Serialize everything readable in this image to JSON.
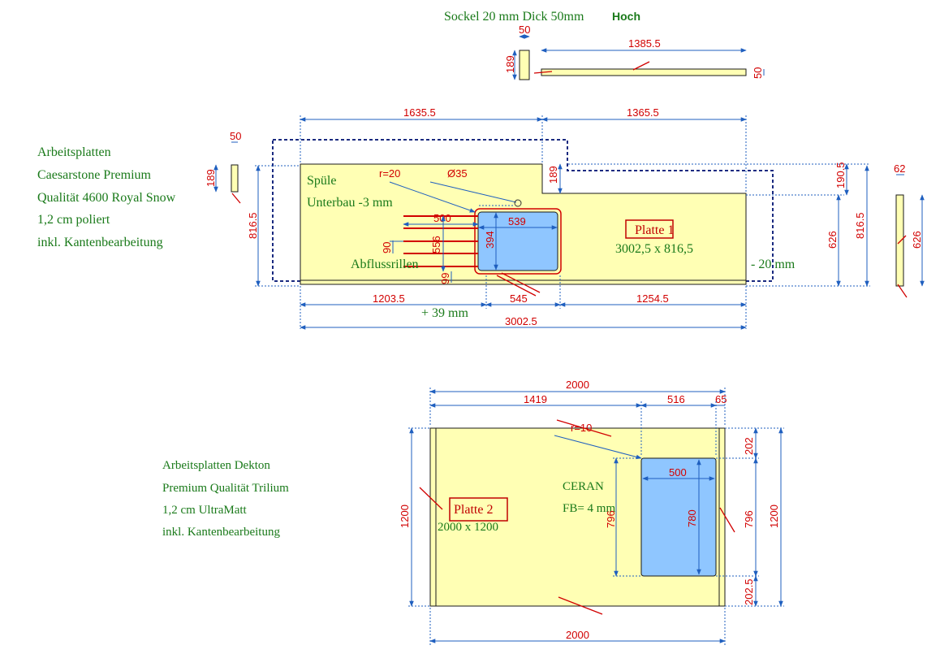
{
  "sockel": {
    "title": "Sockel 20 mm Dick 50mm",
    "title_bold": "Hoch",
    "dim_width": "50",
    "dim_height": "189",
    "dim_length": "1385.5",
    "dim_end": "50"
  },
  "plate1": {
    "notes": [
      "Arbeitsplatten",
      "Caesarstone Premium",
      "Qualität 4600 Royal Snow",
      "1,2 cm poliert",
      "inkl. Kantenbearbeitung"
    ],
    "label": "Platte 1",
    "size": "3002,5 x 816,5",
    "spuele": "Spüle",
    "unterbau": "Unterbau -3 mm",
    "abfluss": "Abflussrillen",
    "minus20": "- 20 mm",
    "plus39": "+ 39 mm",
    "radius": "r=20",
    "diameter": "Ø35",
    "dims": {
      "top_left": "1635.5",
      "top_right": "1365.5",
      "bottom_left": "1203.5",
      "bottom_mid": "545",
      "bottom_right": "1254.5",
      "total": "3002.5",
      "left_height": "816.5",
      "right_height": "816.5",
      "step": "189",
      "step_right": "190.5",
      "right_626": "626",
      "sink_w": "539",
      "sink_h": "394",
      "rill_500": "500",
      "rill_556": "556",
      "rill_90": "90",
      "rill_99": "99",
      "side_left_w": "50",
      "side_left_h": "189",
      "side_right_w": "62",
      "side_right_h": "626"
    }
  },
  "plate2": {
    "notes": [
      "Arbeitsplatten Dekton",
      "Premium Qualität Trilium",
      "1,2 cm UltraMatt",
      "inkl. Kantenbearbeitung"
    ],
    "label": "Platte 2",
    "size": "2000 x 1200",
    "ceran": "CERAN",
    "fb": "FB= 4 mm",
    "radius": "r=10",
    "dims": {
      "top_total": "2000",
      "top_1419": "1419",
      "top_516": "516",
      "top_65": "65",
      "bottom_total": "2000",
      "left_height": "1200",
      "right_height": "1200",
      "right_202": "202",
      "right_796": "796",
      "right_2025": "202.5",
      "ceran_w": "500",
      "ceran_h": "780",
      "ceran_796": "796"
    }
  },
  "colors": {
    "slab": "#ffffb4",
    "cutout": "#8fc6ff",
    "dimension_line": "#1f5fbf",
    "dimension_text": "#d10000",
    "note_text": "#1a7a1a"
  }
}
